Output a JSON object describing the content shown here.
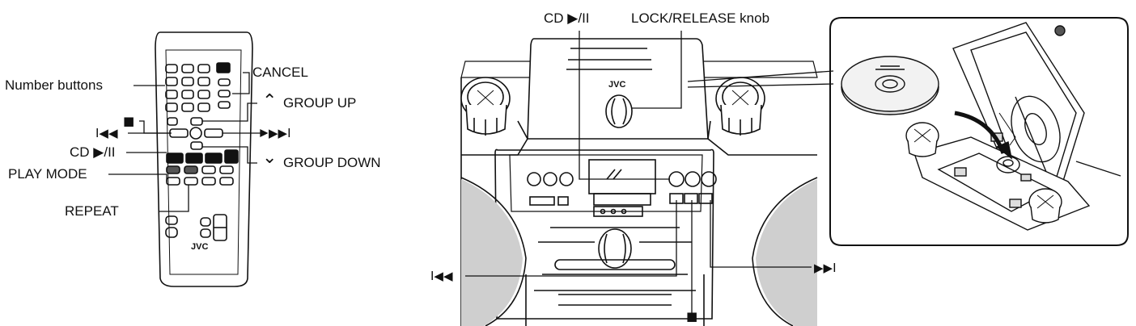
{
  "remote": {
    "brand": "JVC",
    "labels": {
      "number_buttons": "Number buttons",
      "stop": "■",
      "prev": "I◀◀",
      "cd_play_pause": "CD ▶/II",
      "play_mode": "PLAY MODE",
      "repeat": "REPEAT",
      "cancel": "CANCEL",
      "group_up": "GROUP UP",
      "next": "▶▶I",
      "group_down": "GROUP DOWN",
      "up_arrow": "⌃",
      "down_arrow": "⌄"
    }
  },
  "unit": {
    "brand": "JVC",
    "labels": {
      "cd_play_pause": "CD ▶/II",
      "lock_release": "LOCK/RELEASE knob",
      "prev": "I◀◀",
      "next": "▶▶I",
      "stop": "■"
    }
  }
}
